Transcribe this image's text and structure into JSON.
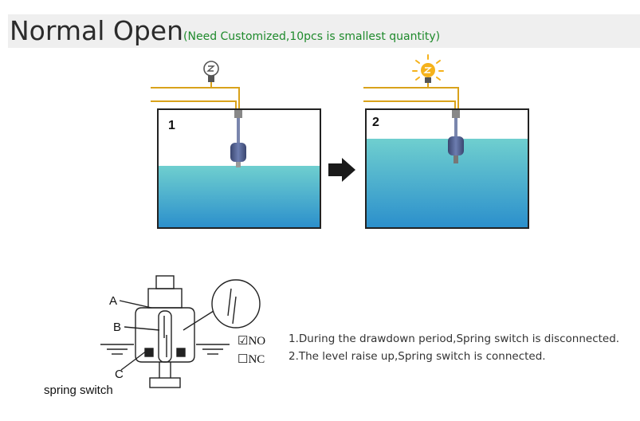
{
  "header": {
    "title": "Normal Open",
    "subtitle": "(Need Customized,10pcs is smallest quantity)"
  },
  "panels": [
    {
      "number": "1",
      "lamp": "off"
    },
    {
      "number": "2",
      "lamp": "on"
    }
  ],
  "switch_diagram": {
    "label_a": "A",
    "label_b": "B",
    "label_c": "C",
    "caption": "spring switch",
    "option_no": "☑NO",
    "option_nc": "☐NC"
  },
  "description": {
    "line1": "1.During the drawdown period,Spring switch is disconnected.",
    "line2": "2.The level raise up,Spring switch is connected."
  },
  "colors": {
    "wire": "#d9a21b",
    "water_top": "#6fcfcf",
    "water_bottom": "#2b8fcc",
    "float": "#4a5a8c",
    "lamp_glow": "#f5b21b",
    "title_text": "#2b2b2b",
    "subtitle_text": "#1f8a2c"
  }
}
